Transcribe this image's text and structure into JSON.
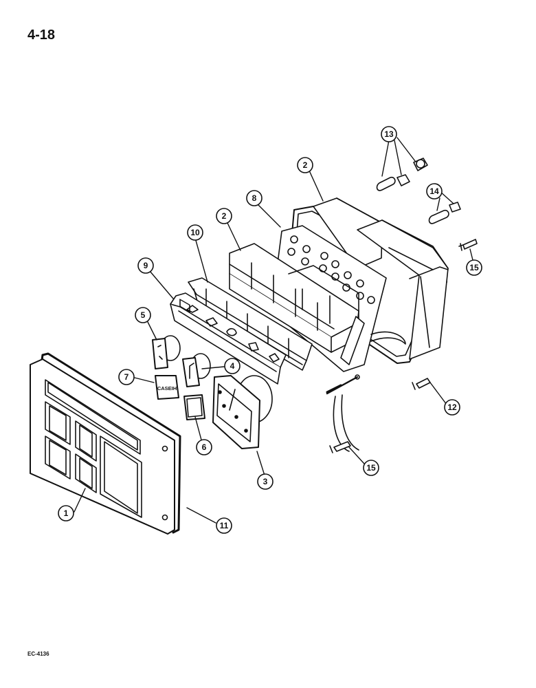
{
  "page_number": "4-18",
  "document_code": "EC-4136",
  "callouts": {
    "c1": "1",
    "c2a": "2",
    "c2b": "2",
    "c3": "3",
    "c4": "4",
    "c5": "5",
    "c6": "6",
    "c7": "7",
    "c8": "8",
    "c9": "9",
    "c10": "10",
    "c11": "11",
    "c12": "12",
    "c13": "13",
    "c14": "14",
    "c15a": "15",
    "c15b": "15"
  },
  "labels": {
    "switch_logo": "CASEIH"
  }
}
